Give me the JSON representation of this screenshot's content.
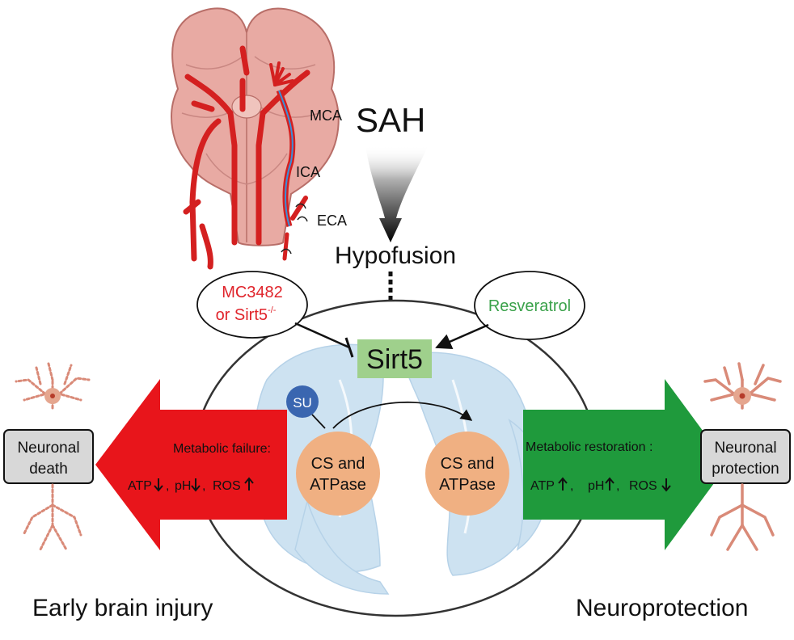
{
  "brain": {
    "mca_label": "MCA",
    "ica_label": "ICA",
    "eca_label": "ECA"
  },
  "top": {
    "sah": "SAH",
    "hypofusion": "Hypofusion"
  },
  "left_ellipse": {
    "line1": "MC3482",
    "line2_prefix": "or Sirt5",
    "line2_sup": "-/-"
  },
  "right_ellipse": {
    "text": "Resveratrol"
  },
  "sirt5": {
    "label": "Sirt5"
  },
  "mito": {
    "su": "SU",
    "enzyme_left_line1": "CS and",
    "enzyme_left_line2": "ATPase",
    "enzyme_right_line1": "CS and",
    "enzyme_right_line2": "ATPase"
  },
  "left_arrow": {
    "title": "Metabolic failure:",
    "atp": "ATP",
    "ph": "pH",
    "ros": "ROS",
    "comma": ","
  },
  "right_arrow": {
    "title": "Metabolic restoration :",
    "atp": "ATP",
    "ph": "pH",
    "ros": "ROS",
    "comma": ","
  },
  "left_box": {
    "line1": "Neuronal",
    "line2": "death"
  },
  "right_box": {
    "line1": "Neuronal",
    "line2": "protection"
  },
  "bottom": {
    "left": "Early brain injury",
    "right": "Neuroprotection"
  },
  "colors": {
    "red_arrow": "#e8151b",
    "green_arrow": "#1f9a3c",
    "sirt5_box": "#9fd08c",
    "enzyme": "#f0b082",
    "su": "#3a66b0",
    "mito": "#cfe3f2",
    "resveratrol_text": "#3aa14a",
    "mc3482_text": "#e0242b"
  }
}
